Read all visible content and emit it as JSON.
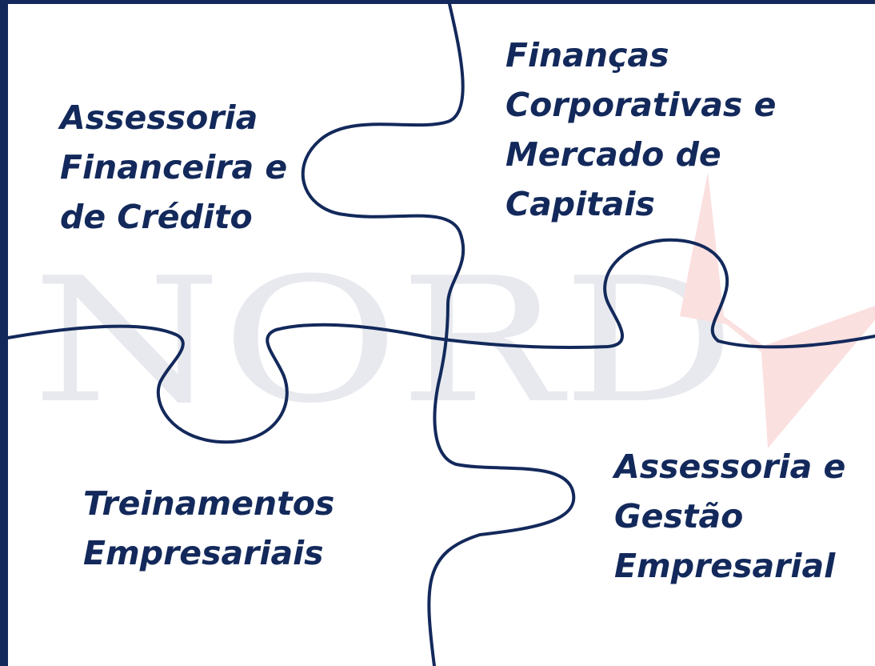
{
  "watermark": {
    "text": "NORD",
    "text_color": "#e7e9ee",
    "logo_color": "#fbe0e0"
  },
  "colors": {
    "outline": "#13295b",
    "label": "#13295b",
    "background": "#ffffff"
  },
  "pieces": {
    "top_left": {
      "lines": [
        "Assessoria",
        "Financeira e",
        "de Crédito"
      ]
    },
    "top_right": {
      "lines": [
        "Finanças",
        "Corporativas e",
        "Mercado de",
        "Capitais"
      ]
    },
    "bottom_left": {
      "lines": [
        "Treinamentos",
        "Empresariais"
      ]
    },
    "bottom_right": {
      "lines": [
        "Assessoria e",
        "Gestão",
        "Empresarial"
      ]
    }
  }
}
